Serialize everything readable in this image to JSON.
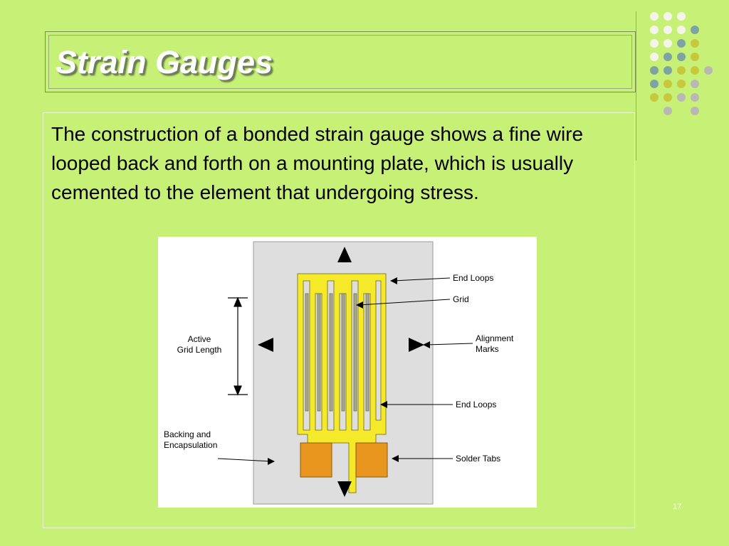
{
  "slide": {
    "title": "Strain Gauges",
    "body": "The construction of a bonded strain gauge shows a fine wire looped back and forth on a mounting plate, which is usually cemented to the element that undergoing stress.",
    "slide_number": "17"
  },
  "diagram": {
    "labels": {
      "end_loops_top": "End Loops",
      "grid": "Grid",
      "alignment_marks_1": "Alignment",
      "alignment_marks_2": "Marks",
      "end_loops_bottom": "End Loops",
      "solder_tabs": "Solder Tabs",
      "active_grid_1": "Active",
      "active_grid_2": "Grid Length",
      "backing_1": "Backing and",
      "backing_2": "Encapsulation"
    }
  },
  "colors": {
    "background": "#c6f076",
    "gauge_yellow": "#f5ea2a",
    "grid_gray": "#a8a890",
    "tab_orange": "#e8961e",
    "backing_gray": "#dedede",
    "dot_white": "#f2f5e8",
    "dot_teal": "#7fa3a0",
    "dot_olive": "#c7c83a",
    "dot_gray": "#b7b9b2"
  }
}
